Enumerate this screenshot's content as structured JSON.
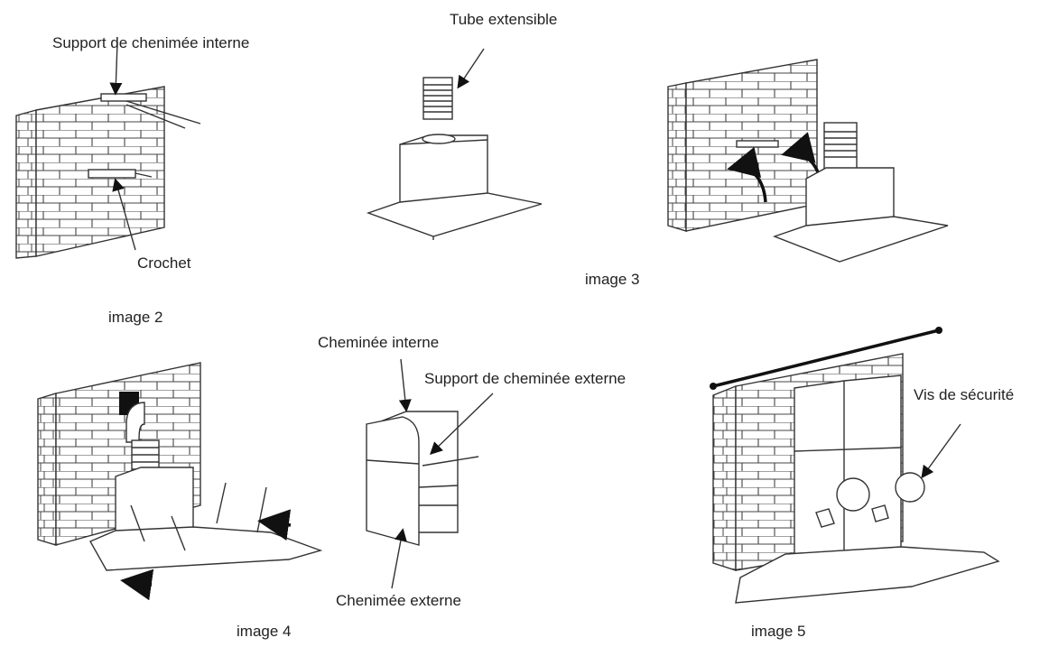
{
  "labels": {
    "support_cheminee_interne": "Support de chenimée interne",
    "crochet": "Crochet",
    "tube_extensible": "Tube extensible",
    "cheminee_interne": "Cheminée interne",
    "support_cheminee_externe": "Support de cheminée externe",
    "chenimee_externe": "Chenimée externe",
    "vis_de_securite": "Vis de sécurité"
  },
  "captions": {
    "image2": "image 2",
    "image3": "image 3",
    "image4": "image 4",
    "image5": "image 5"
  }
}
